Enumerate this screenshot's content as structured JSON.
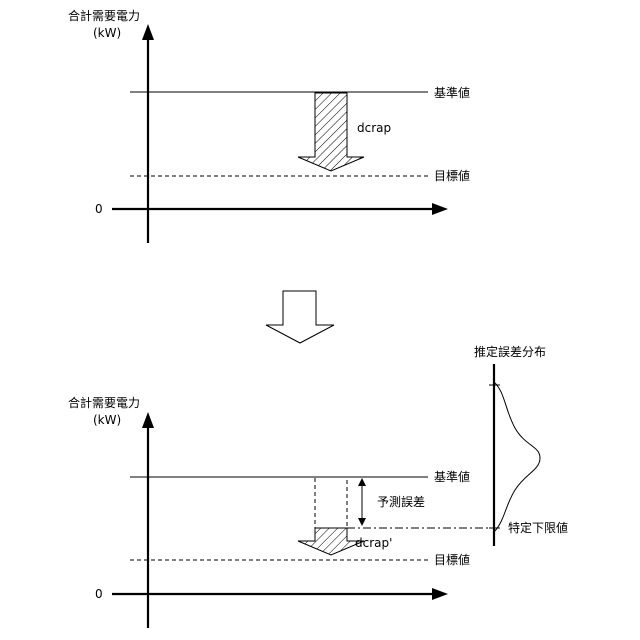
{
  "top_panel": {
    "ylabel": "合計需要電力",
    "yunit": "(kW)",
    "zero_label": "0",
    "baseline_label": "基準値",
    "target_label": "目標値",
    "reduction_label": "dcrap"
  },
  "bottom_panel": {
    "ylabel": "合計需要電力",
    "yunit": "(kW)",
    "zero_label": "0",
    "baseline_label": "基準値",
    "target_label": "目標値",
    "reduction_label": "dcrap'",
    "error_label": "予測誤差",
    "distribution_title": "推定誤差分布",
    "lower_limit_label": "特定下限値"
  }
}
